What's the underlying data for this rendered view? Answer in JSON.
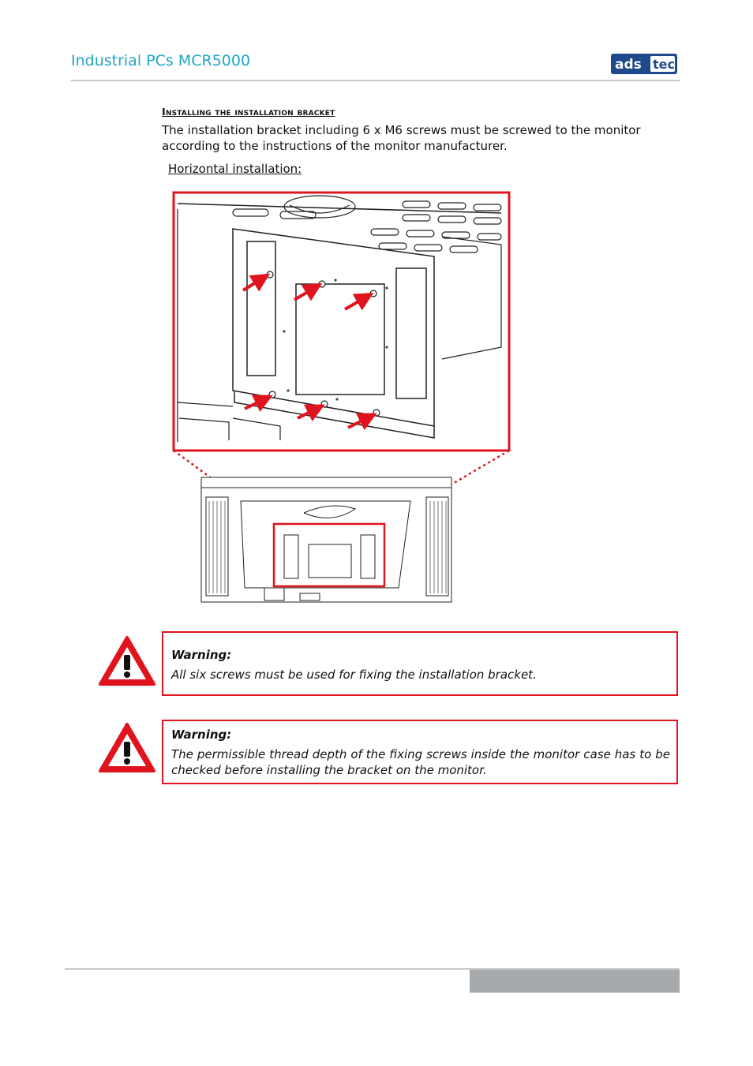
{
  "header": {
    "title": "Industrial PCs MCR5000",
    "logo": {
      "part1": "ads",
      "part2": "tec"
    }
  },
  "section": {
    "heading": "Installing the installation bracket",
    "body": "The installation bracket including 6 x M6 screws must be screwed to the monitor according to the instructions of the monitor manufacturer.",
    "sub_label": "Horizontal installation:"
  },
  "warnings": [
    {
      "title": "Warning:",
      "text": "All six screws must be used for fixing the installation bracket."
    },
    {
      "title": "Warning:",
      "text": "The permissible thread depth of the fixing screws inside the monitor case has to be checked before installing the bracket on the monitor."
    }
  ],
  "colors": {
    "header_title": "#1fa6c9",
    "accent_red": "#e0141e",
    "logo_blue": "#1e4a8c",
    "footer_bar": "#a7aaad"
  },
  "icons": {
    "warning": "warning-triangle-icon",
    "arrow": "red-arrow-icon"
  }
}
